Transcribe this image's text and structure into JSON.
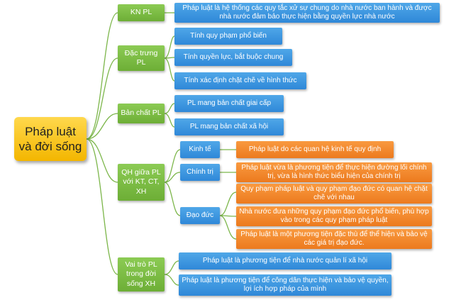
{
  "root": "Pháp luật và đời sống",
  "branches": {
    "kn": {
      "label": "KN PL",
      "items": [
        "Pháp luật là hệ thống các quy tắc xử sự chung do nhà nước ban hành và được nhà nước đảm bảo thực hiện bằng quyền lực nhà nước"
      ]
    },
    "dac_trung": {
      "label": "Đặc trưng PL",
      "items": [
        "Tính quy phạm phổ biến",
        "Tính quyền lực, bắt buộc chung",
        "Tính xác định chặt chẽ về hình thức"
      ]
    },
    "ban_chat": {
      "label": "Bản chất PL",
      "items": [
        "PL mang bản chất giai cấp",
        "PL mang bản chất xã hội"
      ]
    },
    "qh": {
      "label": "QH giữa PL với KT, CT, XH",
      "sub": [
        {
          "label": "Kinh tế",
          "items": [
            "Pháp luật do các quan hệ kinh tế quy định"
          ]
        },
        {
          "label": "Chính trị",
          "items": [
            "Pháp luật vừa là phương tiện để thực hiện đường lối chính trị, vừa là hình thức biểu hiện của chính trị"
          ]
        },
        {
          "label": "Đạo đức",
          "items": [
            "Quy phạm pháp luật và quy phạm đạo đức có quan hệ chặt chẽ với nhau",
            "Nhà nước đưa những quy phạm đạo đức phổ biến, phù hợp vào trong các quy phạm pháp luật",
            "Pháp luật là một phương tiện đặc thù để thể hiện và bảo vệ các giá trị đạo đức."
          ]
        }
      ]
    },
    "vai_tro": {
      "label": "Vai trò PL trong đời sống XH",
      "items": [
        "Pháp luật là phương tiện để nhà nước quản lí xã hội",
        "Pháp luật là phương tiện để công dân thực hiện và bảo vệ quyền, lợi ích hợp pháp của mình"
      ]
    }
  },
  "colors": {
    "root": "#f3b600",
    "level1": "#6dae36",
    "blue_leaf": "#2f88d8",
    "orange_leaf": "#ec7a1e",
    "connector": "#7cb64a"
  }
}
